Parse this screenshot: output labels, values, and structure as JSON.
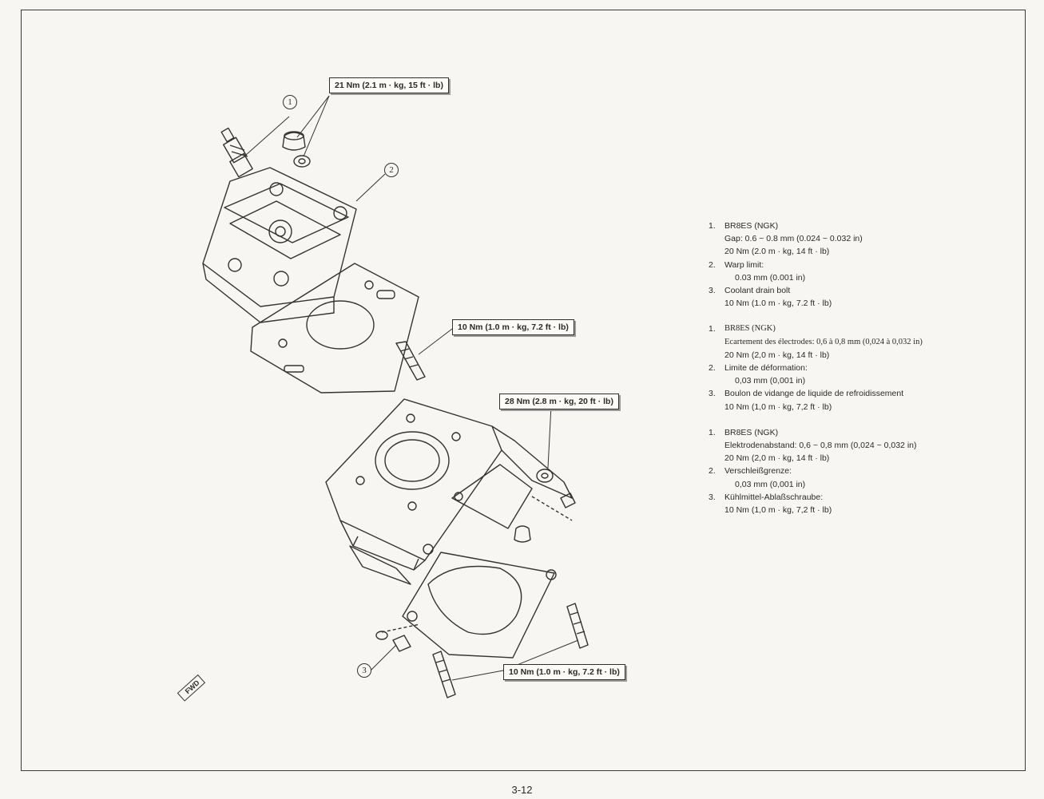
{
  "page_number": "3-12",
  "fwd_label": "FWD",
  "callouts": {
    "c1": "21 Nm (2.1 m · kg, 15 ft · lb)",
    "c2": "10 Nm (1.0 m · kg, 7.2 ft · lb)",
    "c3": "28 Nm (2.8 m · kg, 20 ft · lb)",
    "c4": "10 Nm (1.0 m · kg, 7.2 ft · lb)"
  },
  "part_numbers": {
    "p1": "1",
    "p2": "2",
    "p3": "3"
  },
  "specs": {
    "en": {
      "i1": "BR8ES (NGK)",
      "i1a": "Gap:  0.6 ~ 0.8 mm (0.024 ~ 0.032 in)",
      "i1b": "20 Nm (2.0 m · kg, 14 ft · lb)",
      "i2": "Warp limit:",
      "i2a": "0.03 mm (0.001 in)",
      "i3": "Coolant drain bolt",
      "i3a": "10 Nm (1.0 m · kg, 7.2 ft · lb)"
    },
    "fr": {
      "i1": "BR8ES (NGK)",
      "i1a": "Ecartement des électrodes:  0,6 à 0,8 mm (0,024 à 0,032 in)",
      "i1b": "20 Nm (2,0 m · kg, 14 ft · lb)",
      "i2": "Limite de déformation:",
      "i2a": "0,03 mm (0,001 in)",
      "i3": "Boulon de vidange de liquide de refroidissement",
      "i3a": "10 Nm (1,0 m · kg, 7,2 ft · lb)"
    },
    "de": {
      "i1": "BR8ES (NGK)",
      "i1a": "Elektrodenabstand:  0,6 ~ 0,8 mm (0,024 ~ 0,032 in)",
      "i1b": "20 Nm (2,0 m · kg, 14 ft · lb)",
      "i2": "Verschleißgrenze:",
      "i2a": "0,03 mm (0,001 in)",
      "i3": "Kühlmittel-Ablaßschraube:",
      "i3a": "10 Nm (1,0 m · kg, 7,2 ft · lb)"
    },
    "numbers": {
      "n1": "1.",
      "n2": "2.",
      "n3": "3."
    }
  }
}
